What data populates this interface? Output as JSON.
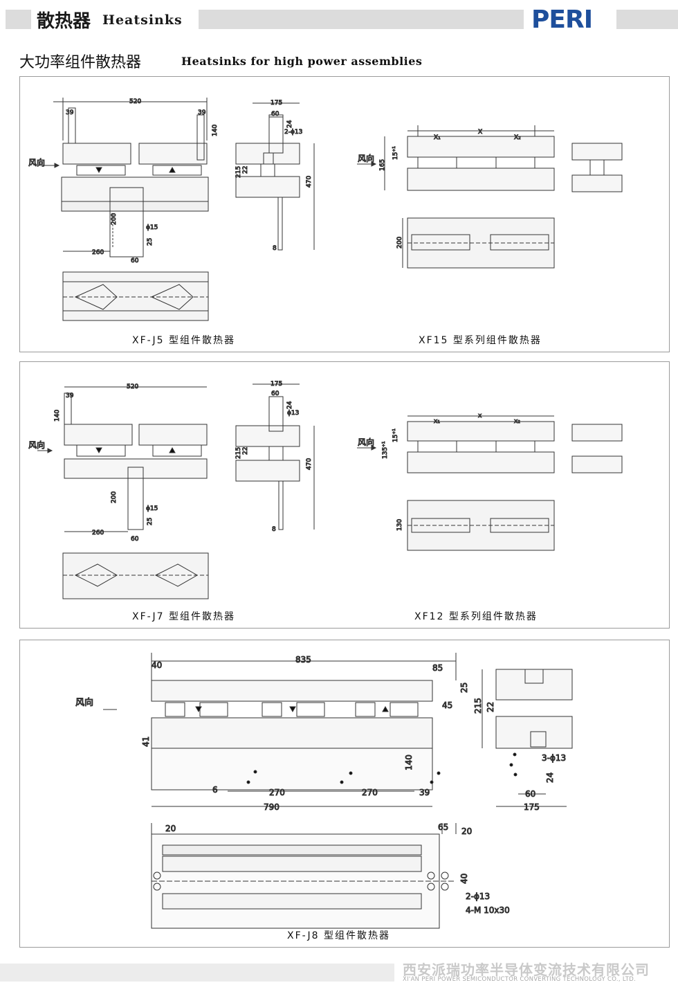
{
  "header": {
    "title_cn": "散热器",
    "title_en": "Heatsinks",
    "logo": "PERI"
  },
  "section": {
    "title_cn": "大功率组件散热器",
    "title_en": "Heatsinks for high power assemblies"
  },
  "panel1": {
    "left": {
      "caption": "XF-J5 型组件散热器",
      "airflow": "风向",
      "dims": {
        "w520": "520",
        "w39a": "39",
        "w39b": "39",
        "h140": "140",
        "w175": "175",
        "w60": "60",
        "h24": "24",
        "hole": "2-ϕ13",
        "h215": "215",
        "h22": "22",
        "h470": "470",
        "h200": "200",
        "d15": "ϕ15",
        "h25": "25",
        "w260": "260",
        "w60b": "60",
        "w8": "8"
      }
    },
    "right": {
      "caption": "XF15 型系列组件散热器",
      "airflow": "风向",
      "dims": {
        "x": "X",
        "x1": "X₁",
        "x2": "X₂",
        "h15": "15⁺¹",
        "h165": "165",
        "h200": "200"
      }
    }
  },
  "panel2": {
    "left": {
      "caption": "XF-J7   型组件散热器",
      "airflow": "风向",
      "dims": {
        "w520": "520",
        "w39": "39",
        "h140": "140",
        "w175": "175",
        "w60": "60",
        "h24": "24",
        "hole": "ϕ13",
        "h215": "215",
        "h22": "22",
        "h470": "470",
        "h200": "200",
        "d15": "ϕ15",
        "h25": "25",
        "w260": "260",
        "w60b": "60",
        "w8": "8"
      }
    },
    "right": {
      "caption": "XF12 型系列组件散热器",
      "airflow": "风向",
      "dims": {
        "x": "x",
        "x1": "x₁",
        "x2": "x₂",
        "h15": "15⁺¹",
        "h135": "135⁺¹",
        "h130": "130"
      }
    }
  },
  "panel3": {
    "caption": "XF-J8 型组件散热器",
    "airflow": "风向",
    "dims": {
      "w40": "40",
      "w835": "835",
      "w85": "85",
      "h25": "25",
      "h45": "45",
      "h41": "41",
      "h140": "140",
      "w6": "6",
      "w270a": "270",
      "w270b": "270",
      "w39": "39",
      "w790": "790",
      "h215": "215",
      "h22": "22",
      "hole": "3-ϕ13",
      "h24": "24",
      "w60": "60",
      "w175": "175",
      "w20a": "20",
      "w65": "65",
      "w20b": "20",
      "h40": "40",
      "hole2": "2-ϕ13",
      "thread": "4-M 10x30"
    }
  },
  "footer": {
    "company_cn": "西安派瑞功率半导体变流技术有限公司",
    "company_en": "XI'AN PERI POWER SEMICONDUCTOR CONVERTING TECHNOLOGY CO., LTD."
  }
}
